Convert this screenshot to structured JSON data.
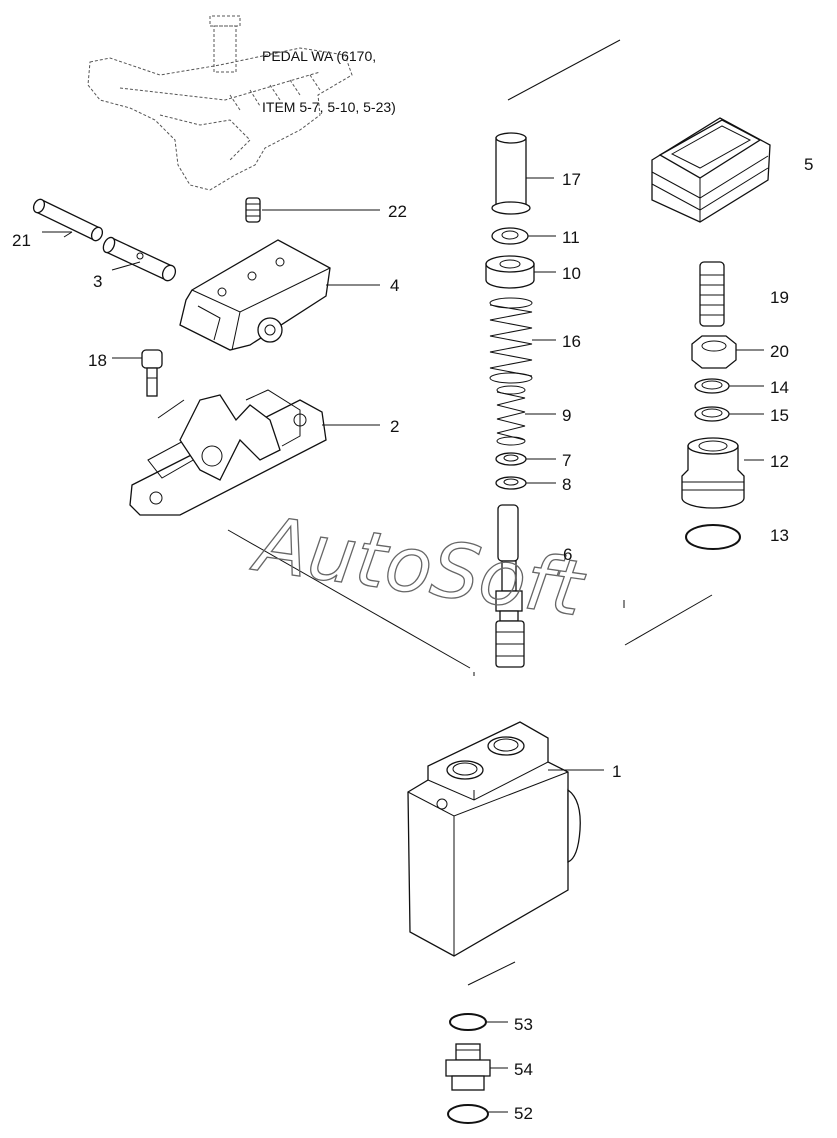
{
  "note": {
    "line1": "PEDAL WA (6170,",
    "line2": "ITEM 5-7, 5-10, 5-23)"
  },
  "watermark": "AutoSoft",
  "callouts": {
    "c17": "17",
    "c11": "11",
    "c10": "10",
    "c16": "16",
    "c9": "9",
    "c7": "7",
    "c8": "8",
    "c6": "6",
    "c5": "5",
    "c19": "19",
    "c20": "20",
    "c14": "14",
    "c15": "15",
    "c12": "12",
    "c13": "13",
    "c22": "22",
    "c21": "21",
    "c3": "3",
    "c4": "4",
    "c18": "18",
    "c2": "2",
    "c1": "1",
    "c53": "53",
    "c54": "54",
    "c52": "52"
  }
}
